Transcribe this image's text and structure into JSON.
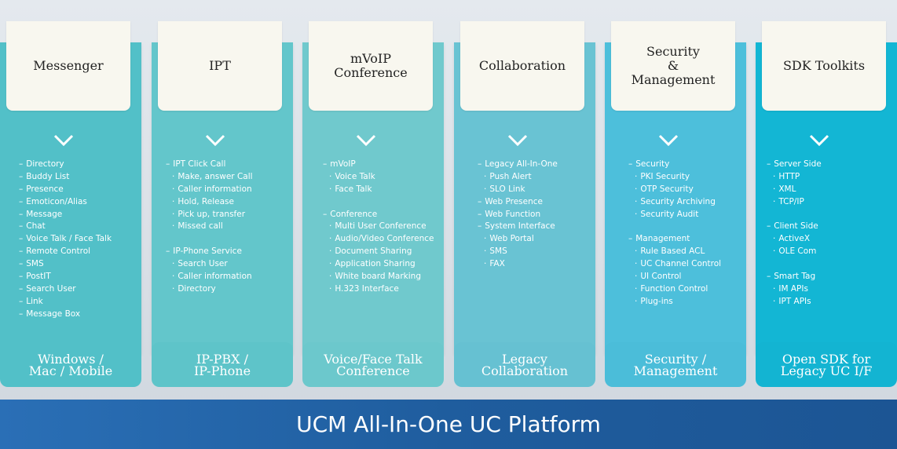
{
  "platform": {
    "label": "UCM All-In-One UC Platform"
  },
  "columns": [
    {
      "title": "Messenger",
      "footer": "Windows /\nMac / Mobile",
      "color": "#52c0c8",
      "footer_color": "#52c0c8",
      "items": [
        {
          "text": "Directory",
          "level": 1
        },
        {
          "text": "Buddy List",
          "level": 1
        },
        {
          "text": "Presence",
          "level": 1
        },
        {
          "text": "Emoticon/Alias",
          "level": 1
        },
        {
          "text": "Message",
          "level": 1
        },
        {
          "text": "Chat",
          "level": 1
        },
        {
          "text": "Voice Talk / Face Talk",
          "level": 1
        },
        {
          "text": "Remote Control",
          "level": 1
        },
        {
          "text": "SMS",
          "level": 1
        },
        {
          "text": "PostIT",
          "level": 1
        },
        {
          "text": "Search User",
          "level": 1
        },
        {
          "text": "Link",
          "level": 1
        },
        {
          "text": "Message Box",
          "level": 1
        }
      ]
    },
    {
      "title": "IPT",
      "footer": "IP-PBX /\nIP-Phone",
      "color": "#63c6cb",
      "footer_color": "#5ec4c9",
      "items": [
        {
          "text": "IPT Click Call",
          "level": 1
        },
        {
          "text": "Make, answer Call",
          "level": 2
        },
        {
          "text": "Caller information",
          "level": 2
        },
        {
          "text": "Hold, Release",
          "level": 2
        },
        {
          "text": "Pick up, transfer",
          "level": 2
        },
        {
          "text": "Missed call",
          "level": 2
        },
        {
          "text": "",
          "level": 0
        },
        {
          "text": "IP-Phone Service",
          "level": 1
        },
        {
          "text": "Search User",
          "level": 2
        },
        {
          "text": "Caller information",
          "level": 2
        },
        {
          "text": "Directory",
          "level": 2
        }
      ]
    },
    {
      "title": "mVoIP\nConference",
      "footer": "Voice/Face Talk\nConference",
      "color": "#70c9cd",
      "footer_color": "#6cc8cc",
      "items": [
        {
          "text": "mVoIP",
          "level": 1
        },
        {
          "text": "Voice Talk",
          "level": 2
        },
        {
          "text": "Face Talk",
          "level": 2
        },
        {
          "text": "",
          "level": 0
        },
        {
          "text": "Conference",
          "level": 1
        },
        {
          "text": "Multi User Conference",
          "level": 2
        },
        {
          "text": "Audio/Video Conference",
          "level": 2
        },
        {
          "text": "Document Sharing",
          "level": 2
        },
        {
          "text": "Application Sharing",
          "level": 2
        },
        {
          "text": "White board Marking",
          "level": 2
        },
        {
          "text": "H.323 Interface",
          "level": 2
        }
      ]
    },
    {
      "title": "Collaboration",
      "footer": "Legacy\nCollaboration",
      "color": "#69c3d3",
      "footer_color": "#66c1d2",
      "items": [
        {
          "text": "Legacy All-In-One",
          "level": 1
        },
        {
          "text": "Push Alert",
          "level": 2
        },
        {
          "text": "SLO Link",
          "level": 2
        },
        {
          "text": "Web Presence",
          "level": 1
        },
        {
          "text": "Web Function",
          "level": 1
        },
        {
          "text": "System Interface",
          "level": 1
        },
        {
          "text": "Web Portal",
          "level": 2
        },
        {
          "text": "SMS",
          "level": 2
        },
        {
          "text": "FAX",
          "level": 2
        }
      ]
    },
    {
      "title": "Security\n&\nManagement",
      "footer": "Security /\nManagement",
      "color": "#4dbfdb",
      "footer_color": "#4bbdd9",
      "items": [
        {
          "text": "Security",
          "level": 1
        },
        {
          "text": "PKI Security",
          "level": 2
        },
        {
          "text": "OTP Security",
          "level": 2
        },
        {
          "text": "Security Archiving",
          "level": 2
        },
        {
          "text": "Security Audit",
          "level": 2
        },
        {
          "text": "",
          "level": 0
        },
        {
          "text": "Management",
          "level": 1
        },
        {
          "text": "Rule Based ACL",
          "level": 2
        },
        {
          "text": "UC Channel Control",
          "level": 2
        },
        {
          "text": "UI Control",
          "level": 2
        },
        {
          "text": "Function Control",
          "level": 2
        },
        {
          "text": "Plug-ins",
          "level": 2
        }
      ]
    },
    {
      "title": "SDK Toolkits",
      "footer": "Open SDK for\nLegacy UC I/F",
      "color": "#13b6d4",
      "footer_color": "#13b4d2",
      "items": [
        {
          "text": "Server Side",
          "level": 1
        },
        {
          "text": "HTTP",
          "level": 2
        },
        {
          "text": "XML",
          "level": 2
        },
        {
          "text": "TCP/IP",
          "level": 2
        },
        {
          "text": "",
          "level": 0
        },
        {
          "text": "Client Side",
          "level": 1
        },
        {
          "text": "ActiveX",
          "level": 2
        },
        {
          "text": "OLE Com",
          "level": 2
        },
        {
          "text": "",
          "level": 0
        },
        {
          "text": "Smart Tag",
          "level": 1
        },
        {
          "text": "IM APIs",
          "level": 2
        },
        {
          "text": "IPT APIs",
          "level": 2
        }
      ]
    }
  ]
}
